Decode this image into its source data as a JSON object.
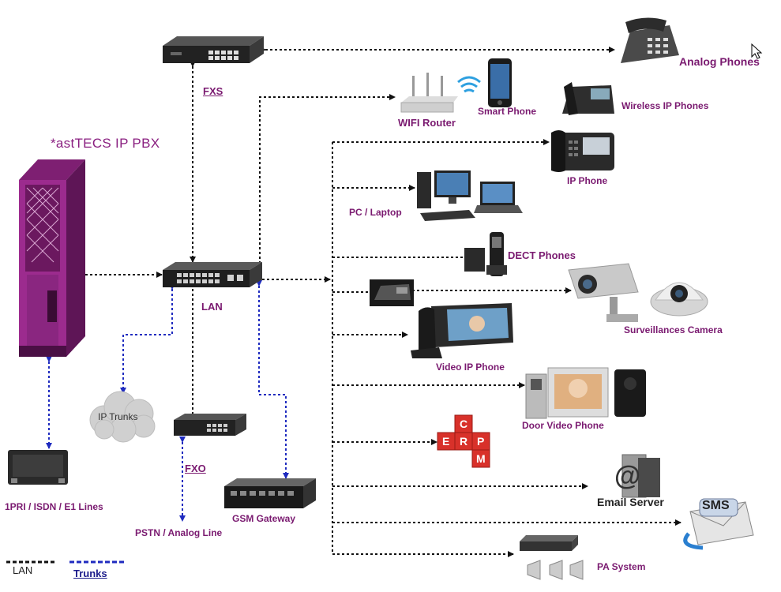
{
  "title": "*astTECS IP PBX",
  "nodes": {
    "fxs": "FXS",
    "lan": "LAN",
    "fxo": "FXO",
    "analog_phones": "Analog Phones",
    "wifi_router": "WIFI Router",
    "smart_phone": "Smart Phone",
    "wireless_ip_phones": "Wireless IP Phones",
    "ip_phone": "IP Phone",
    "pc_laptop": "PC / Laptop",
    "dect_phones": "DECT Phones",
    "surveillance_camera": "Surveillances Camera",
    "video_ip_phone": "Video IP Phone",
    "door_video_phone": "Door Video Phone",
    "email_server": "Email Server",
    "sms": "SMS",
    "pa_system": "PA System",
    "ip_trunks": "IP Trunks",
    "gsm_gateway": "GSM Gateway",
    "pstn": "PSTN / Analog Line",
    "pri_lines": "1PRI / ISDN / E1 Lines",
    "erp": [
      "E",
      "R",
      "P",
      "C",
      "M"
    ]
  },
  "legend": {
    "lan": "LAN",
    "trunks": "Trunks"
  },
  "colors": {
    "pbx": "#9c2b8e",
    "label": "#7a1a70",
    "lan_line": "#111111",
    "trunk_line": "#1f2bbf",
    "erp": "#d8312a"
  }
}
